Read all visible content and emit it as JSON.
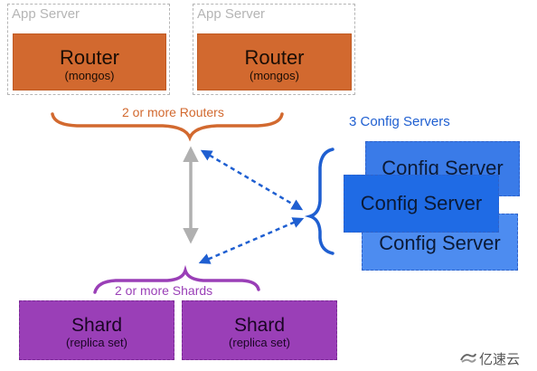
{
  "app_servers": [
    {
      "label": "App Server",
      "router_title": "Router",
      "router_subtitle": "(mongos)"
    },
    {
      "label": "App Server",
      "router_title": "Router",
      "router_subtitle": "(mongos)"
    }
  ],
  "routers_label": "2 or more Routers",
  "config": {
    "label": "3 Config Servers",
    "servers": [
      "Config Server",
      "Config Server",
      "Config Server"
    ]
  },
  "shards_label": "2 or more Shards",
  "shards": [
    {
      "title": "Shard",
      "subtitle": "(replica set)"
    },
    {
      "title": "Shard",
      "subtitle": "(replica set)"
    }
  ],
  "watermark": "亿速云",
  "colors": {
    "router": "#d2692f",
    "config": "#3a7be8",
    "shard": "#9a3fb7",
    "arrow_blue": "#1f5fd1",
    "arrow_gray": "#b0b0b0",
    "brace_orange": "#d2692f",
    "brace_blue": "#1f5fd1",
    "brace_purple": "#9a3fb7"
  }
}
